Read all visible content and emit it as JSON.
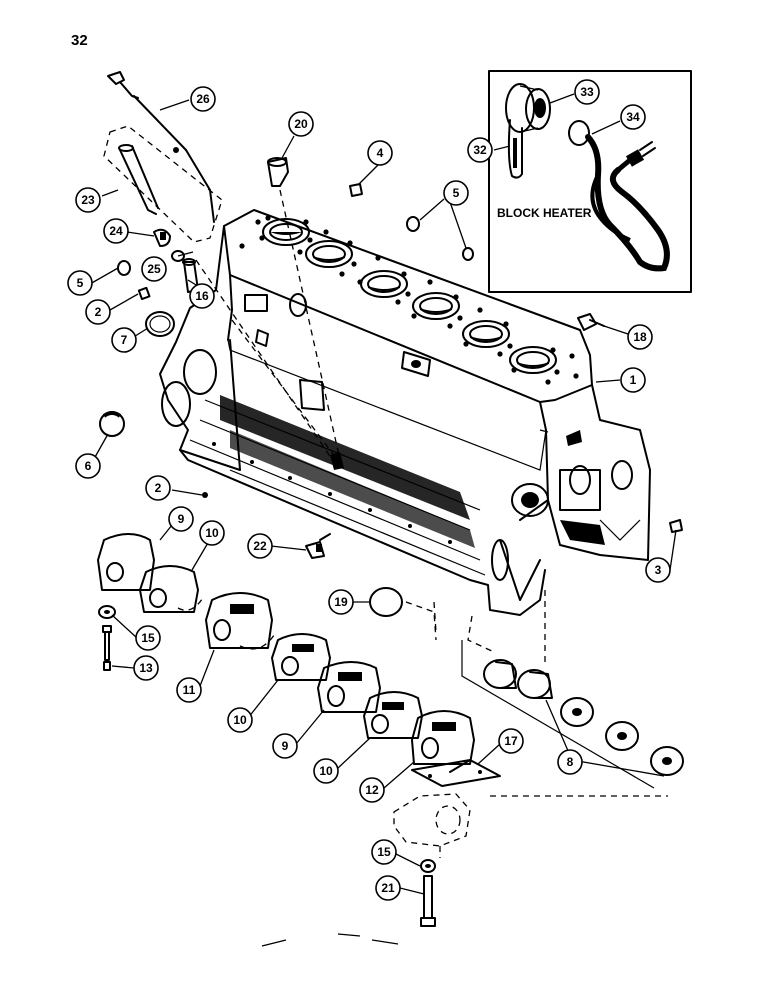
{
  "page_number": "32",
  "inset": {
    "title": "BLOCK HEATER"
  },
  "callouts": [
    {
      "id": "c1",
      "label": "1"
    },
    {
      "id": "c2a",
      "label": "2"
    },
    {
      "id": "c2b",
      "label": "2"
    },
    {
      "id": "c3",
      "label": "3"
    },
    {
      "id": "c4",
      "label": "4"
    },
    {
      "id": "c5a",
      "label": "5"
    },
    {
      "id": "c5b",
      "label": "5"
    },
    {
      "id": "c6",
      "label": "6"
    },
    {
      "id": "c7",
      "label": "7"
    },
    {
      "id": "c8",
      "label": "8"
    },
    {
      "id": "c9a",
      "label": "9"
    },
    {
      "id": "c9b",
      "label": "9"
    },
    {
      "id": "c10a",
      "label": "10"
    },
    {
      "id": "c10b",
      "label": "10"
    },
    {
      "id": "c10c",
      "label": "10"
    },
    {
      "id": "c11",
      "label": "11"
    },
    {
      "id": "c12",
      "label": "12"
    },
    {
      "id": "c13",
      "label": "13"
    },
    {
      "id": "c15a",
      "label": "15"
    },
    {
      "id": "c15b",
      "label": "15"
    },
    {
      "id": "c16",
      "label": "16"
    },
    {
      "id": "c17",
      "label": "17"
    },
    {
      "id": "c18",
      "label": "18"
    },
    {
      "id": "c19",
      "label": "19"
    },
    {
      "id": "c20",
      "label": "20"
    },
    {
      "id": "c21",
      "label": "21"
    },
    {
      "id": "c22",
      "label": "22"
    },
    {
      "id": "c23",
      "label": "23"
    },
    {
      "id": "c24",
      "label": "24"
    },
    {
      "id": "c25",
      "label": "25"
    },
    {
      "id": "c26",
      "label": "26"
    },
    {
      "id": "c32",
      "label": "32"
    },
    {
      "id": "c33",
      "label": "33"
    },
    {
      "id": "c34",
      "label": "34"
    }
  ]
}
